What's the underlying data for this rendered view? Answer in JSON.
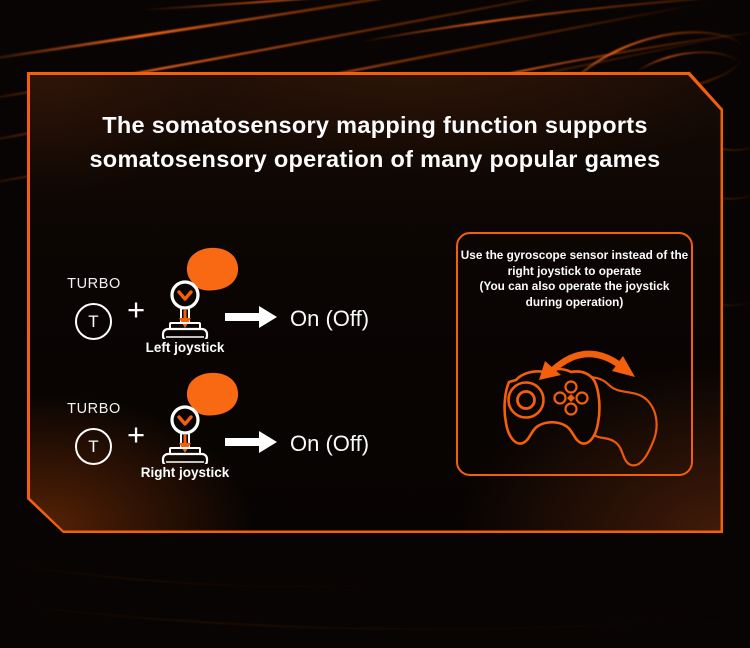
{
  "title": {
    "line1": "The somatosensory mapping function supports",
    "line2": "somatosensory operation of many popular games"
  },
  "rows": [
    {
      "turbo_label": "TURBO",
      "turbo_key": "T",
      "plus": "+",
      "joystick_label": "Left joystick",
      "result": "On (Off)"
    },
    {
      "turbo_label": "TURBO",
      "turbo_key": "T",
      "plus": "+",
      "joystick_label": "Right joystick",
      "result": "On (Off)"
    }
  ],
  "gyro_box": {
    "lines": [
      "Use the gyroscope sensor instead of the",
      "right joystick to operate",
      "(You can also operate the joystick",
      "during operation)"
    ]
  },
  "colors": {
    "accent": "#F45F0C",
    "hand_orange": "#F96812",
    "background": "#080403",
    "text": "#FFFFFF"
  }
}
